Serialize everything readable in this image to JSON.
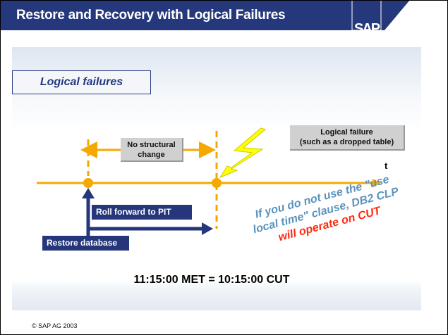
{
  "header": {
    "title": "Restore and Recovery with Logical Failures",
    "logo": "SAP"
  },
  "subtitle": "Logical failures",
  "diagram": {
    "no_change": [
      "No structural",
      "change"
    ],
    "logical_failure": [
      "Logical failure",
      "(such as a dropped table)"
    ],
    "time_axis": "t",
    "roll_forward": "Roll forward to PIT",
    "restore": "Restore database",
    "note": {
      "line1": "If you do not use the \"use",
      "line2": "local time\" clause, DB2 CLP",
      "line3": "will operate on CUT"
    }
  },
  "equation": "11:15:00 MET = 10:15:00 CUT",
  "footer": "© SAP AG 2003",
  "colors": {
    "navy": "#25367a",
    "orange": "#f5a800",
    "yellow": "#ffff00",
    "note_blue": "#5b93bd",
    "note_red": "#ff2a10"
  }
}
